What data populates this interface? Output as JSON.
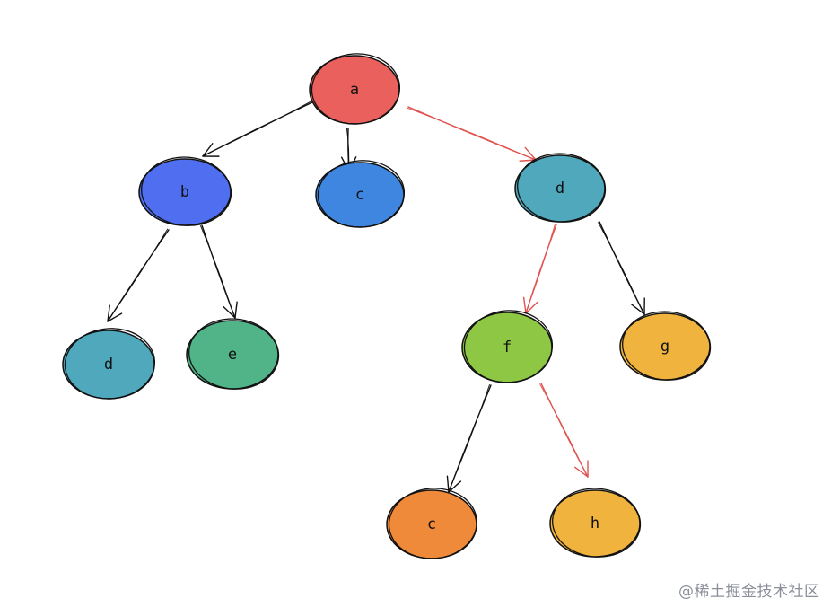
{
  "diagram": {
    "type": "tree",
    "nodes": [
      {
        "id": "n_a",
        "label": "a",
        "color": "#e9605c"
      },
      {
        "id": "n_b",
        "label": "b",
        "color": "#4f6ff0"
      },
      {
        "id": "n_c1",
        "label": "c",
        "color": "#3f86e0"
      },
      {
        "id": "n_d1",
        "label": "d",
        "color": "#4fa8bc"
      },
      {
        "id": "n_d2",
        "label": "d",
        "color": "#4fa8bc"
      },
      {
        "id": "n_e",
        "label": "e",
        "color": "#50b488"
      },
      {
        "id": "n_f",
        "label": "f",
        "color": "#8dc743"
      },
      {
        "id": "n_g",
        "label": "g",
        "color": "#f0b43e"
      },
      {
        "id": "n_c2",
        "label": "c",
        "color": "#ef8a3a"
      },
      {
        "id": "n_h",
        "label": "h",
        "color": "#f0b43e"
      }
    ],
    "edges": [
      {
        "from": "n_a",
        "to": "n_b",
        "highlighted": false
      },
      {
        "from": "n_a",
        "to": "n_c1",
        "highlighted": false
      },
      {
        "from": "n_a",
        "to": "n_d1",
        "highlighted": true
      },
      {
        "from": "n_b",
        "to": "n_d2",
        "highlighted": false
      },
      {
        "from": "n_b",
        "to": "n_e",
        "highlighted": false
      },
      {
        "from": "n_d1",
        "to": "n_f",
        "highlighted": true
      },
      {
        "from": "n_d1",
        "to": "n_g",
        "highlighted": false
      },
      {
        "from": "n_f",
        "to": "n_c2",
        "highlighted": false
      },
      {
        "from": "n_f",
        "to": "n_h",
        "highlighted": true
      }
    ],
    "colors": {
      "edge": "#111111",
      "highlight_edge": "#e0524e",
      "outline": "#111111"
    }
  },
  "watermark": "@稀土掘金技术社区"
}
